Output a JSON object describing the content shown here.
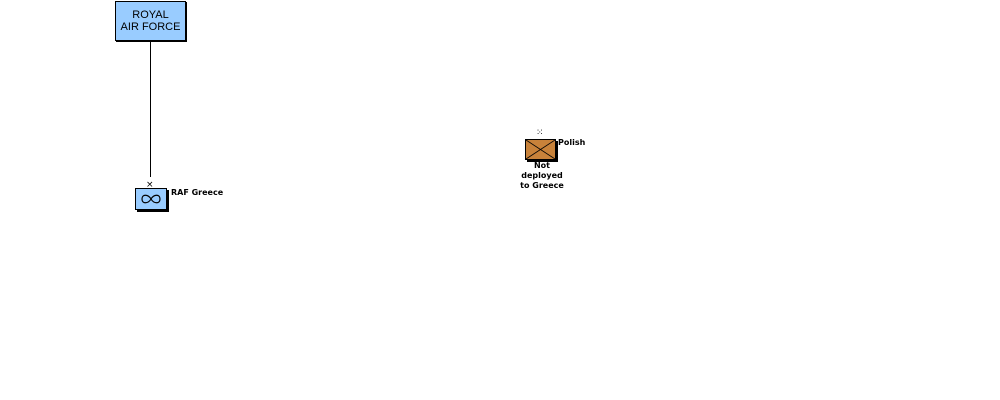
{
  "hq": {
    "label": "ROYAL\nAIR FORCE",
    "color": "#99ccff"
  },
  "units": [
    {
      "label": "RAF Greece",
      "symbol": "air-force-infinity-icon",
      "size_mark": "×",
      "color": "#99ccff"
    },
    {
      "label": "Polish",
      "symbol": "infantry-cross-icon",
      "size_mark": "⁙",
      "color": "#c8823a",
      "note": "Not deployed\nto Greece"
    }
  ]
}
